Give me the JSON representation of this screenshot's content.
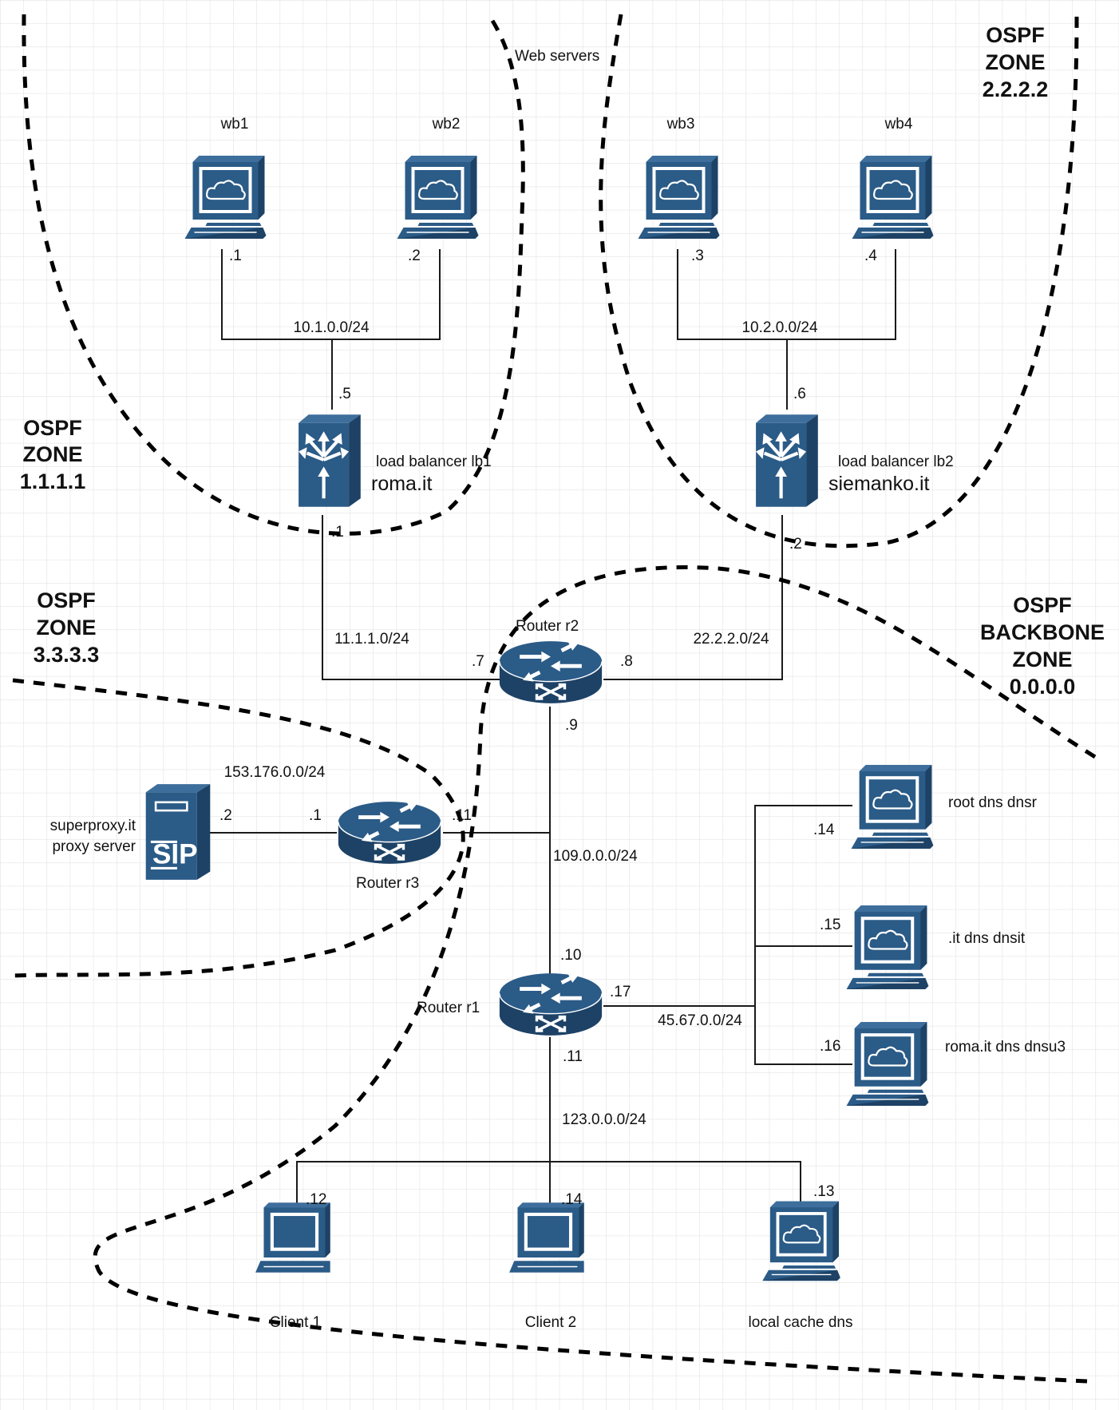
{
  "colors": {
    "device_fill": "#2b5b87",
    "device_dark": "#1d4266",
    "device_light": "#3d6e9c",
    "grid": "#e3e3e3",
    "line": "#1a1a1a",
    "background": "#ffffff"
  },
  "zones": {
    "z1": [
      "OSPF",
      "ZONE",
      "1.1.1.1"
    ],
    "z2": [
      "OSPF",
      "ZONE",
      "2.2.2.2"
    ],
    "z3": [
      "OSPF",
      "ZONE",
      "3.3.3.3"
    ],
    "backbone": [
      "OSPF",
      "BACKBONE",
      "ZONE",
      "0.0.0.0"
    ]
  },
  "web_servers_label": "Web servers",
  "servers": {
    "wb1": "wb1",
    "wb2": "wb2",
    "wb3": "wb3",
    "wb4": "wb4"
  },
  "load_balancers": {
    "lb1": {
      "label": "load balancer lb1",
      "domain": "roma.it"
    },
    "lb2": {
      "label": "load balancer lb2",
      "domain": "siemanko.it"
    }
  },
  "routers": {
    "r1": "Router r1",
    "r2": "Router r2",
    "r3": "Router r3"
  },
  "proxy": [
    "superproxy.it",
    "proxy server"
  ],
  "dns": {
    "root": "root dns dnsr",
    "it": ".it dns dnsit",
    "roma": "roma.it dns dnsu3"
  },
  "clients": {
    "c1": "Client 1",
    "c2": "Client 2",
    "cache": "local cache dns"
  },
  "networks": {
    "n10_1": "10.1.0.0/24",
    "n10_2": "10.2.0.0/24",
    "n11": "11.1.1.0/24",
    "n22": "22.2.2.0/24",
    "n153": "153.176.0.0/24",
    "n109": "109.0.0.0/24",
    "n45": "45.67.0.0/24",
    "n123": "123.0.0.0/24"
  },
  "hosts": {
    "wb1": ".1",
    "wb2": ".2",
    "wb3": ".3",
    "wb4": ".4",
    "lb1_in": ".5",
    "lb2_in": ".6",
    "lb1_out": ".1",
    "lb2_out": ".2",
    "r2_left": ".7",
    "r2_right": ".8",
    "r2_down": ".9",
    "proxy": ".2",
    "r3_left": ".1",
    "r3_right": ".11",
    "r1_up": ".10",
    "r1_right": ".17",
    "r1_down": ".11",
    "dnsr": ".14",
    "dnsit": ".15",
    "dnsu3": ".16",
    "client1": ".12",
    "client2": ".14",
    "cache": ".13"
  }
}
